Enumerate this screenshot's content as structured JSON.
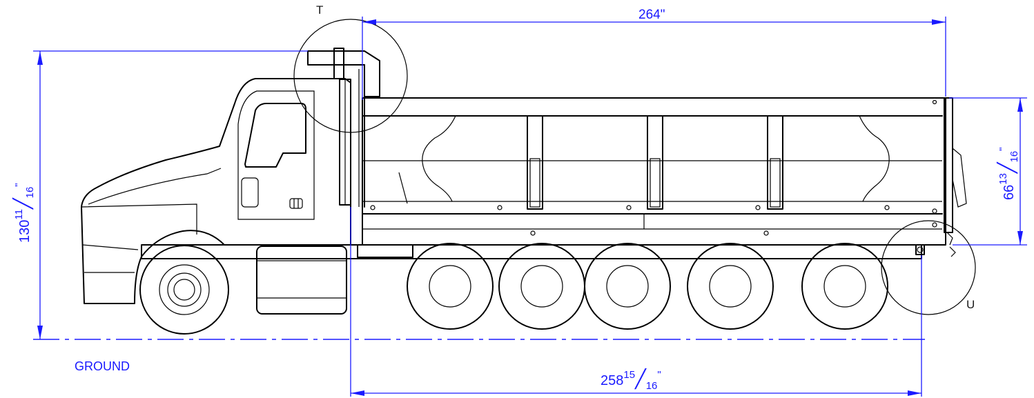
{
  "dimensions": {
    "overall_length": "264\"",
    "height_whole": "130",
    "height_num": "11",
    "height_den": "16",
    "height_unit": "\"",
    "body_height_whole": "66",
    "body_height_num": "13",
    "body_height_den": "16",
    "body_height_unit": "\"",
    "body_length_whole": "258",
    "body_length_num": "15",
    "body_length_den": "16",
    "body_length_unit": "\""
  },
  "labels": {
    "ground": "GROUND",
    "detail_t": "T",
    "detail_u": "U"
  },
  "colors": {
    "dimension": "#1a1aff",
    "outline": "#000000"
  }
}
